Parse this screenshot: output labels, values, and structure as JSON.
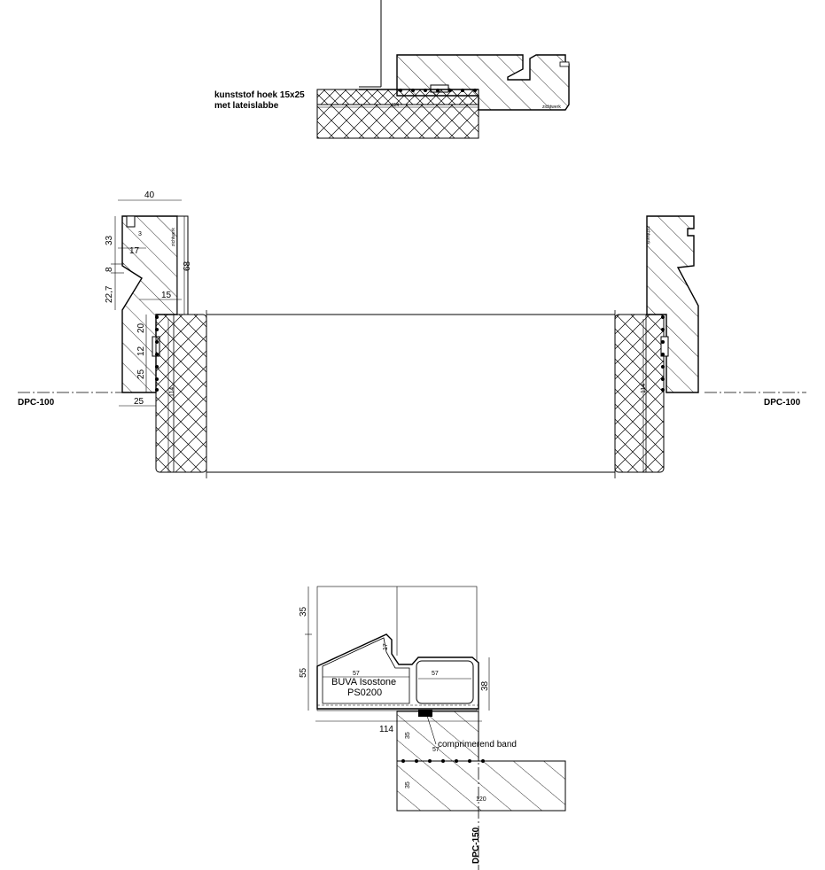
{
  "top_section": {
    "note_line1": "kunststof hoek 15x25",
    "note_line2": "met lateislabbe",
    "dim_width": "114",
    "zichtwerk": "zichtwerk"
  },
  "middle_section": {
    "dpc_left": "DPC-100",
    "dpc_right": "DPC-100",
    "dims": {
      "d40": "40",
      "d33": "33",
      "d3": "3",
      "d17": "17",
      "d8": "8",
      "d68": "68",
      "d22_7": "22,7",
      "d15": "15",
      "d20": "20",
      "d12": "12",
      "d25a": "25",
      "d25b": "25",
      "d114_left": "114",
      "d114_right": "114"
    },
    "zichtwerk_left": "zichtwerk",
    "zichtwerk_right": "zichtwerk"
  },
  "bottom_section": {
    "product_name": "BUVA Isostone",
    "product_code": "PS0200",
    "band_label": "comprimerend band",
    "dpc_label": "DPC-150",
    "dims": {
      "d35a": "35",
      "d55": "55",
      "d17": "17",
      "d57a": "57",
      "d57b": "57",
      "d38": "38",
      "d114": "114",
      "d35b": "35",
      "d57c": "57",
      "d35c": "35",
      "d120": "120"
    }
  }
}
